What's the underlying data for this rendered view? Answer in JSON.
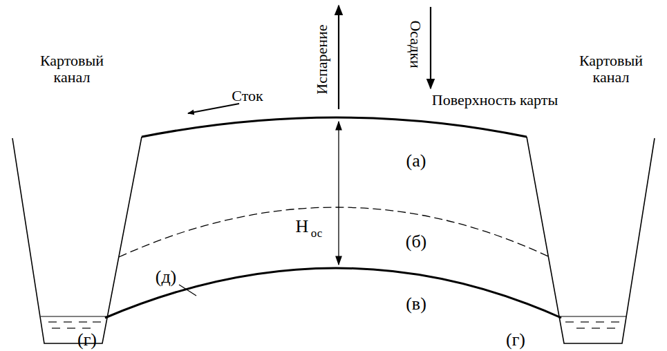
{
  "diagram": {
    "labels": [
      "Испарение",
      "Осадки",
      "Сток",
      "Поверхность карты",
      "Картовый канал",
      "Картовый канал",
      "(а)",
      "H",
      "ос",
      "(б)",
      "(д)",
      "(в)",
      "(г)",
      "(г)"
    ]
  }
}
